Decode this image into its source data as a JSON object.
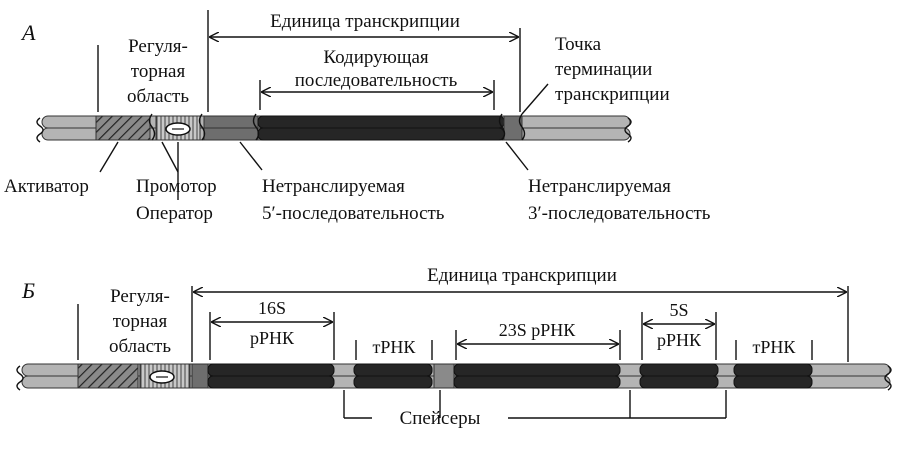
{
  "panel_a": {
    "letter": "А",
    "transcription_unit": "Единица транскрипции",
    "regulatory_region": [
      "Регуля-",
      "торная",
      "область"
    ],
    "coding_sequence": [
      "Кодирующая",
      "последовательность"
    ],
    "termination_point": [
      "Точка",
      "терминации",
      "транскрипции"
    ],
    "activator": "Активатор",
    "promoter": "Промотор",
    "operator": "Оператор",
    "utr5": [
      "Нетранслируемая",
      "5′-последовательность"
    ],
    "utr3": [
      "Нетранслируемая",
      "3′-последовательность"
    ]
  },
  "panel_b": {
    "letter": "Б",
    "transcription_unit": "Единица транскрипции",
    "regulatory_region": [
      "Регуля-",
      "торная",
      "область"
    ],
    "rrna_16s": [
      "16S",
      "рРНК"
    ],
    "trna_1": "тРНК",
    "rrna_23s": "23S рРНК",
    "rrna_5s": [
      "5S",
      "рРНК"
    ],
    "trna_2": "тРНК",
    "spacers": "Спейсеры"
  },
  "colors": {
    "light_strand": "#b4b4b4",
    "mid_strand": "#6e6e6e",
    "dark_strand": "#262626",
    "line": "#111111"
  }
}
